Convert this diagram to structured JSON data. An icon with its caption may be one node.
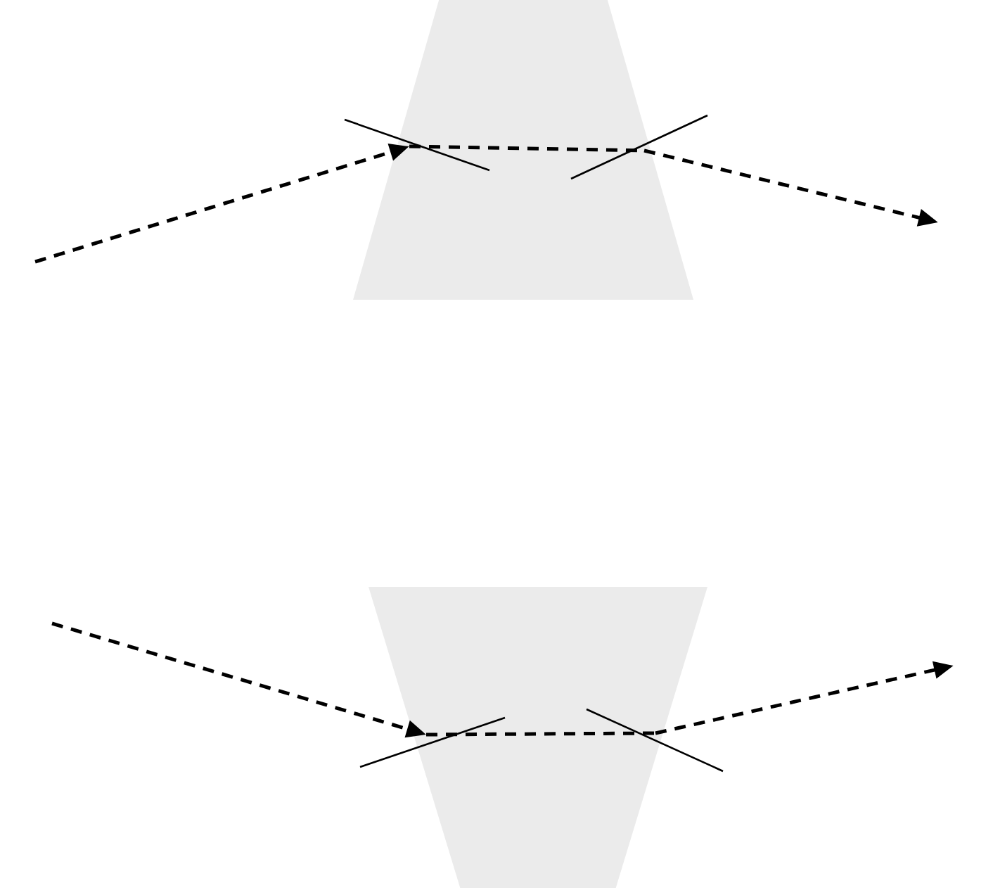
{
  "diagram": {
    "nodes": [
      {
        "text": [],
        "shape": "trapezoid"
      },
      {
        "text": [],
        "shape": "trapezoid"
      }
    ],
    "edges": [
      {
        "from": null,
        "to": 0,
        "arrow": "to",
        "style": "dashed"
      },
      {
        "from": 0,
        "to": null,
        "arrow": "to",
        "style": "dashed"
      },
      {
        "from": null,
        "to": 1,
        "arrow": "to",
        "style": "dashed"
      },
      {
        "from": 1,
        "to": null,
        "arrow": "to",
        "style": "dashed"
      }
    ]
  }
}
